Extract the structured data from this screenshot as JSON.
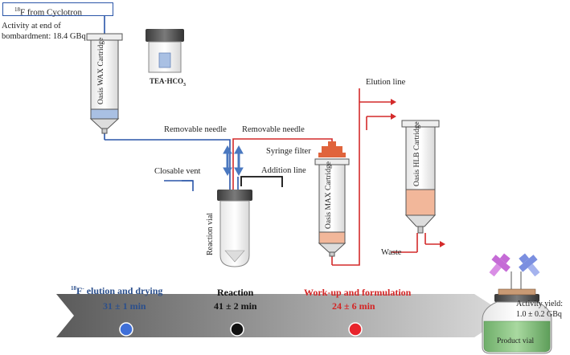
{
  "source": {
    "sup": "18",
    "text": "F from Cyclotron"
  },
  "activity_eob": {
    "line1": "Activity at end of",
    "line2": "bombardment: 18.4 GBq"
  },
  "tea_label": {
    "main": "TEA·HCO",
    "sub": "3"
  },
  "wax_label": "Oasis WAX Cartridge",
  "max_label": "Oasis MAX Cartridge",
  "hlb_label": "Oasis HLB Cartridge",
  "reaction_vial_label": "Reaction vial",
  "elution_line": "Elution line",
  "removable_needle_left": "Removable needle",
  "removable_needle_right": "Removable needle",
  "syringe_filter": "Syringe filter",
  "closable_vent": "Closable vent",
  "addition_line": "Addition line",
  "waste": "Waste",
  "product_vial": "Product vial",
  "activity_yield": {
    "line1": "Activity yield:",
    "line2": "1.0 ± 0.2 GBq"
  },
  "stages": [
    {
      "title_sup": "18",
      "title": "F",
      "title_sup2": "-",
      "title_rest": " elution and drying",
      "time": "31 ± 1 min",
      "color": "#2b4f8c",
      "dot": "#3f6fd8"
    },
    {
      "title_sup": "",
      "title": "Reaction",
      "title_sup2": "",
      "title_rest": "",
      "time": "41 ± 2 min",
      "color": "#111111",
      "dot": "#111111"
    },
    {
      "title_sup": "",
      "title": "Work-up and formulation",
      "title_sup2": "",
      "title_rest": "",
      "time": "24 ± 6 min",
      "color": "#d42424",
      "dot": "#e8242c"
    }
  ],
  "colors": {
    "blue_line": "#2a55a8",
    "red_line": "#d42a2a",
    "black_line": "#111111"
  }
}
